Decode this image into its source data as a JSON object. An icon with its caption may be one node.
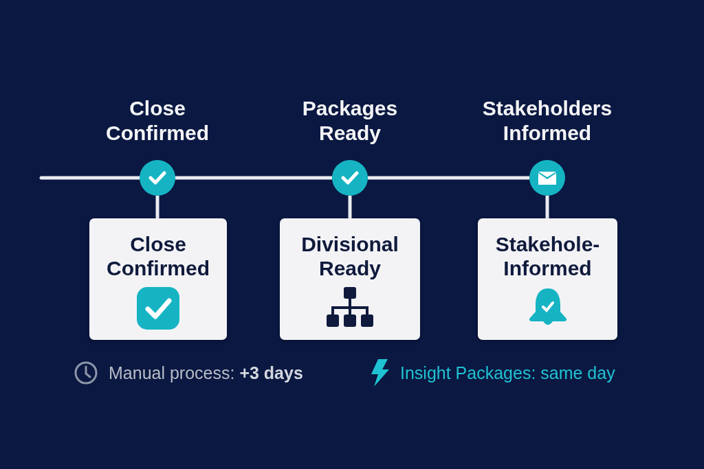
{
  "diagram": {
    "nodes": [
      {
        "text": [],
        "shape": "circle",
        "beside": [
          "Close Confirmed"
        ]
      },
      {
        "text": [],
        "shape": "circle",
        "beside": [
          "Packages Ready"
        ]
      },
      {
        "text": [],
        "shape": "circle",
        "beside": [
          "Stakeholders Informed"
        ]
      },
      {
        "text": [
          "Close Confirmed"
        ]
      },
      {
        "text": [
          "Divisional Ready"
        ]
      },
      {
        "text": [
          "Stakehole- Informed"
        ]
      }
    ],
    "edges": [
      {
        "from": null,
        "to": 0,
        "arrow": "none"
      },
      {
        "from": 0,
        "to": 1,
        "arrow": "none"
      },
      {
        "from": 1,
        "to": 2,
        "arrow": "none"
      },
      {
        "from": 0,
        "to": 3,
        "arrow": "none"
      },
      {
        "from": 1,
        "to": 4,
        "arrow": "none"
      },
      {
        "from": 2,
        "to": 5,
        "arrow": "none"
      }
    ],
    "labels": [
      "Manual process: **+3 days**",
      "Insight Packages: same day"
    ]
  }
}
